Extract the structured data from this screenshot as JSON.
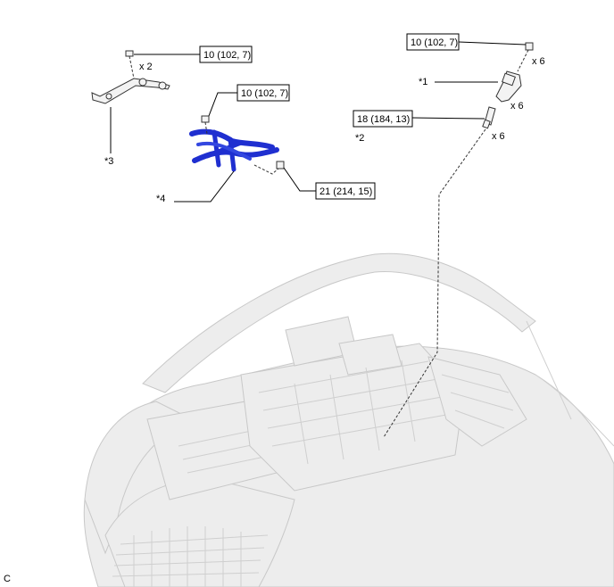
{
  "torque_specs": {
    "bolt_bracket": "10 (102, 7)",
    "bolt_harness": "10 (102, 7)",
    "bolt_coil": "10 (102, 7)",
    "spark_plug": "18 (184, 13)",
    "bolt_clamp": "21 (214, 15)"
  },
  "quantities": {
    "bracket_bolt": "x 2",
    "coil_bolt": "x 6",
    "coil": "x 6",
    "plug": "x 6"
  },
  "callouts": {
    "c1": "*1",
    "c2": "*2",
    "c3": "*3",
    "c4": "*4"
  },
  "figure_code": "C",
  "colors": {
    "harness_highlight": "#1f2fd0",
    "car_fill": "#ededed",
    "line": "#000000"
  }
}
